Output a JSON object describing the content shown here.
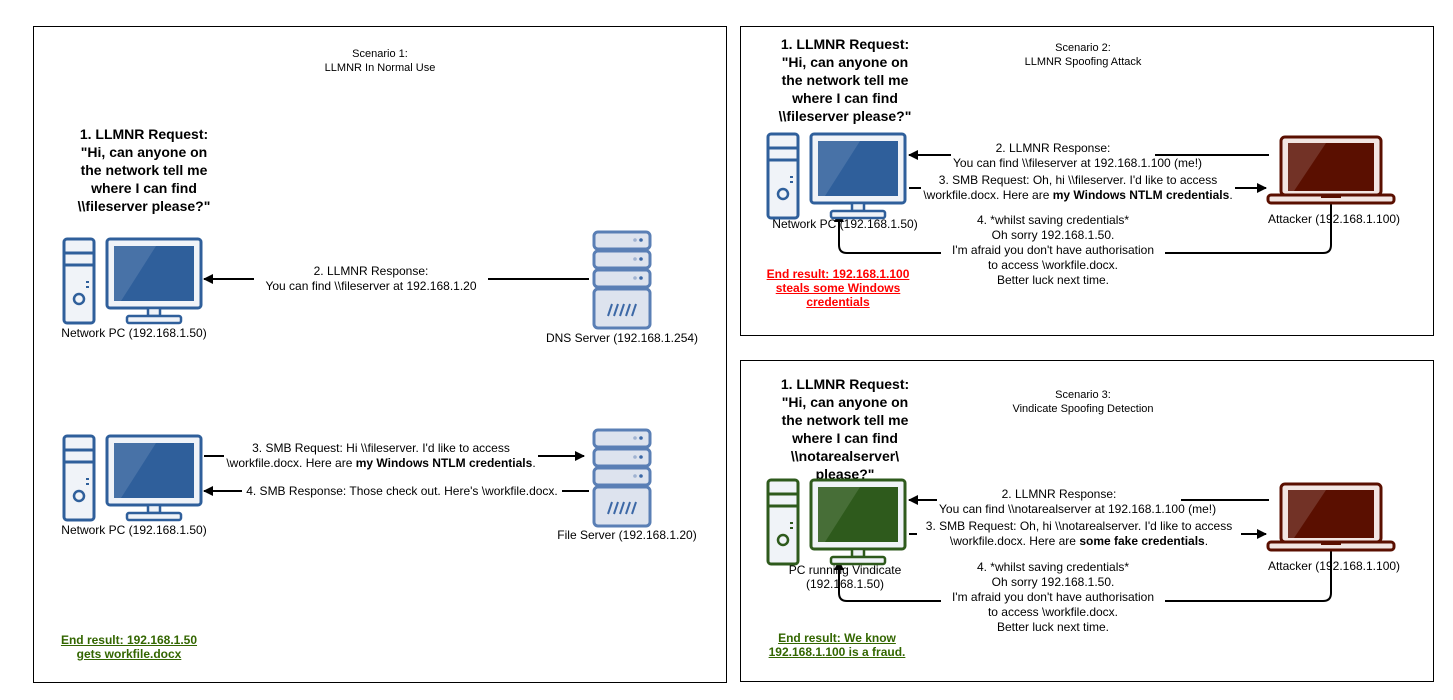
{
  "colors": {
    "pc_blue": "#2f5f9b",
    "pc_blue_screen": "#3a6aa5",
    "pc_green": "#2e5a1c",
    "pc_green_screen": "#2b5a14",
    "server_fill": "#dde3ee",
    "server_stroke": "#5a7fb5",
    "attacker_dark": "#5a0f00",
    "result_green": "#336600",
    "result_red": "#ff0000"
  },
  "scenario1": {
    "title_line1": "Scenario 1:",
    "title_line2": "LLMNR In Normal Use",
    "request": [
      "1. LLMNR Request:",
      "\"Hi, can anyone on",
      "the network tell me",
      "where I can find",
      "\\\\fileserver please?\""
    ],
    "pc_top_label": "Network PC (192.168.1.50)",
    "dns_label": "DNS Server (192.168.1.254)",
    "response_line1": "2. LLMNR Response:",
    "response_line2": "You can find \\\\fileserver at 192.168.1.20",
    "pc_bottom_label": "Network PC (192.168.1.50)",
    "file_server_label": "File Server (192.168.1.20)",
    "smb_request_line1": "3. SMB Request: Hi \\\\fileserver. I'd like to access",
    "smb_request_line2_pre": "\\workfile.docx. Here are ",
    "smb_request_line2_bold": "my Windows NTLM credentials",
    "smb_request_line2_post": ".",
    "smb_response": "4. SMB Response: Those check out. Here's \\workfile.docx.",
    "result_line1": "End result: 192.168.1.50",
    "result_line2": "gets workfile.docx"
  },
  "scenario2": {
    "title_line1": "Scenario 2:",
    "title_line2": "LLMNR Spoofing Attack",
    "request": [
      "1. LLMNR Request:",
      "\"Hi, can anyone on",
      "the network tell me",
      "where I can find",
      "\\\\fileserver please?\""
    ],
    "pc_label": "Network PC (192.168.1.50)",
    "attacker_label": "Attacker (192.168.1.100)",
    "response_line1": "2. LLMNR Response:",
    "response_line2": "You can find \\\\fileserver at 192.168.1.100 (me!)",
    "smb_request_line1": "3. SMB Request: Oh, hi \\\\fileserver. I'd like to access",
    "smb_request_line2_pre": "\\workfile.docx. Here are ",
    "smb_request_line2_bold": "my Windows NTLM credentials",
    "smb_request_line2_post": ".",
    "reply": [
      "4. *whilst saving credentials*",
      "Oh sorry 192.168.1.50.",
      "I'm afraid you don't have authorisation",
      "to access \\workfile.docx.",
      "Better luck next time."
    ],
    "result": [
      "End result: 192.168.1.100",
      "steals some Windows",
      "credentials"
    ]
  },
  "scenario3": {
    "title_line1": "Scenario 3:",
    "title_line2": "Vindicate Spoofing Detection",
    "request": [
      "1. LLMNR Request:",
      "\"Hi, can anyone on",
      "the network tell me",
      "where I can find",
      "\\\\notarealserver\\",
      "please?\""
    ],
    "pc_label_line1": "PC running Vindicate",
    "pc_label_line2": "(192.168.1.50)",
    "attacker_label": "Attacker (192.168.1.100)",
    "response_line1": "2. LLMNR Response:",
    "response_line2": "You can find \\\\notarealserver at 192.168.1.100 (me!)",
    "smb_request_line1": "3. SMB Request: Oh, hi \\\\notarealserver. I'd like to access",
    "smb_request_line2_pre": "\\workfile.docx. Here are ",
    "smb_request_line2_bold": "some fake credentials",
    "smb_request_line2_post": ".",
    "reply": [
      "4. *whilst saving credentials*",
      "Oh sorry 192.168.1.50.",
      "I'm afraid you don't have authorisation",
      "to access \\workfile.docx.",
      "Better luck next time."
    ],
    "result": [
      "End result: We know",
      "192.168.1.100 is a fraud."
    ]
  }
}
